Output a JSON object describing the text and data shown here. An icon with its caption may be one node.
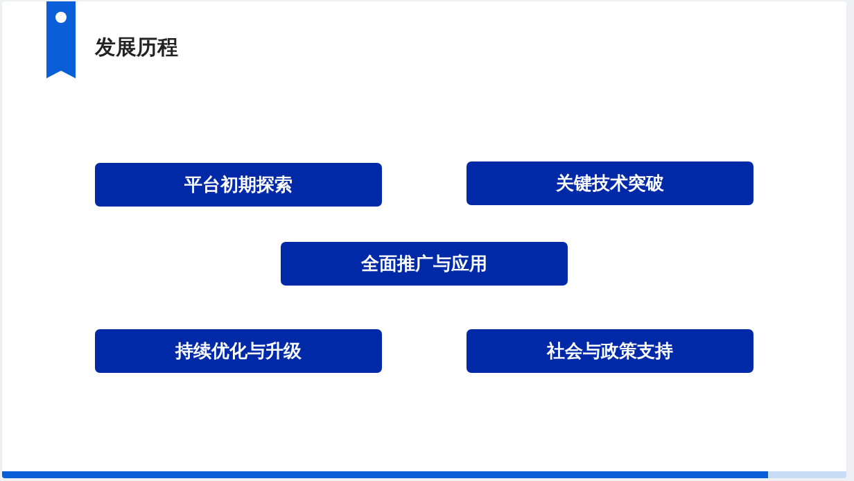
{
  "diagram": {
    "title": "发展历程",
    "nodes": [
      {
        "text": [
          "平台初期探索"
        ]
      },
      {
        "text": [
          "关键技术突破"
        ]
      },
      {
        "text": [
          "全面推广与应用"
        ]
      },
      {
        "text": [
          "持续优化与升级"
        ]
      },
      {
        "text": [
          "社会与政策支持"
        ]
      }
    ]
  }
}
